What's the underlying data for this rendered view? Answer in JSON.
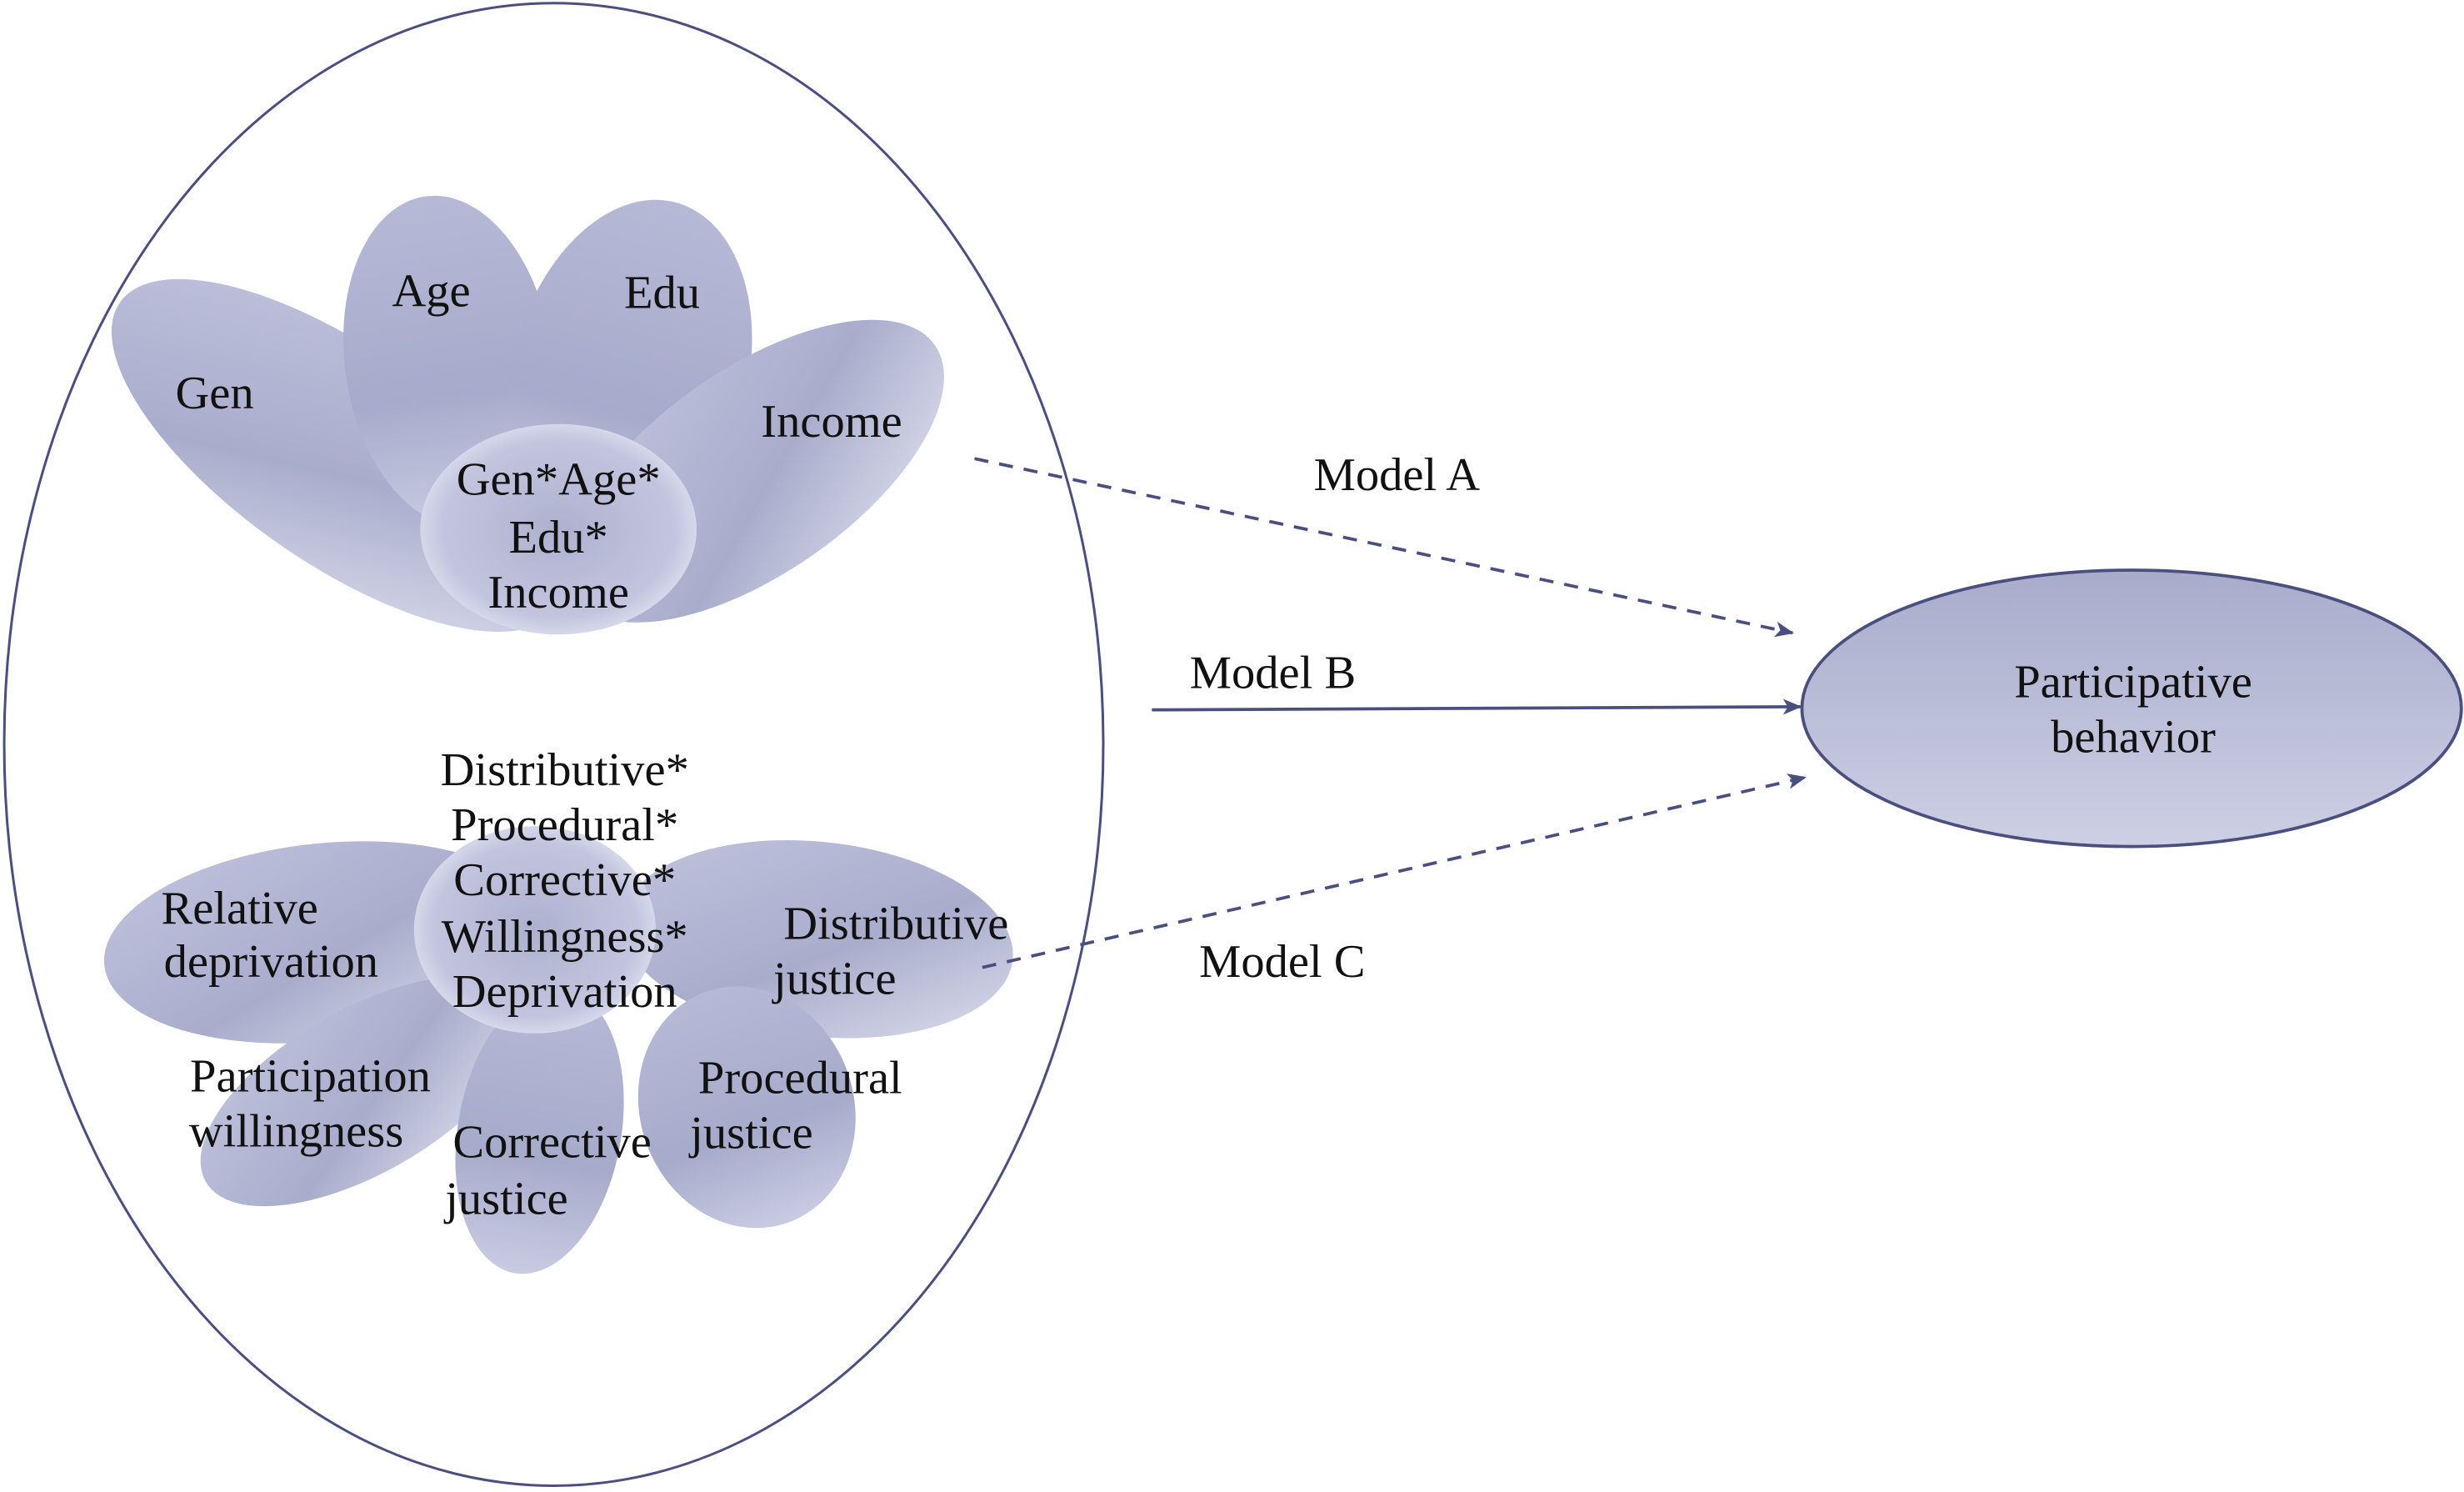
{
  "colors": {
    "stroke": "#4a4f80",
    "petal_dark": "#a7abcb",
    "petal_light": "#dcdeed",
    "text": "#111111"
  },
  "demographics": {
    "petals": [
      "Gen",
      "Age",
      "Edu",
      "Income"
    ],
    "center": [
      "Gen*Age*",
      "Edu*",
      "Income"
    ]
  },
  "perceptions": {
    "petals": [
      [
        "Relative",
        "deprivation"
      ],
      [
        "Distributive",
        "justice"
      ],
      [
        "Participation",
        "willingness"
      ],
      [
        "Corrective",
        "justice"
      ],
      [
        "Procedural",
        "justice"
      ]
    ],
    "center": [
      "Distributive*",
      "Procedural*",
      "Corrective*",
      "Willingness*",
      "Deprivation"
    ]
  },
  "models": {
    "a": {
      "label": "Model A",
      "style": "dashed"
    },
    "b": {
      "label": "Model B",
      "style": "solid"
    },
    "c": {
      "label": "Model C",
      "style": "dashed"
    }
  },
  "outcome": [
    "Participative",
    "behavior"
  ]
}
